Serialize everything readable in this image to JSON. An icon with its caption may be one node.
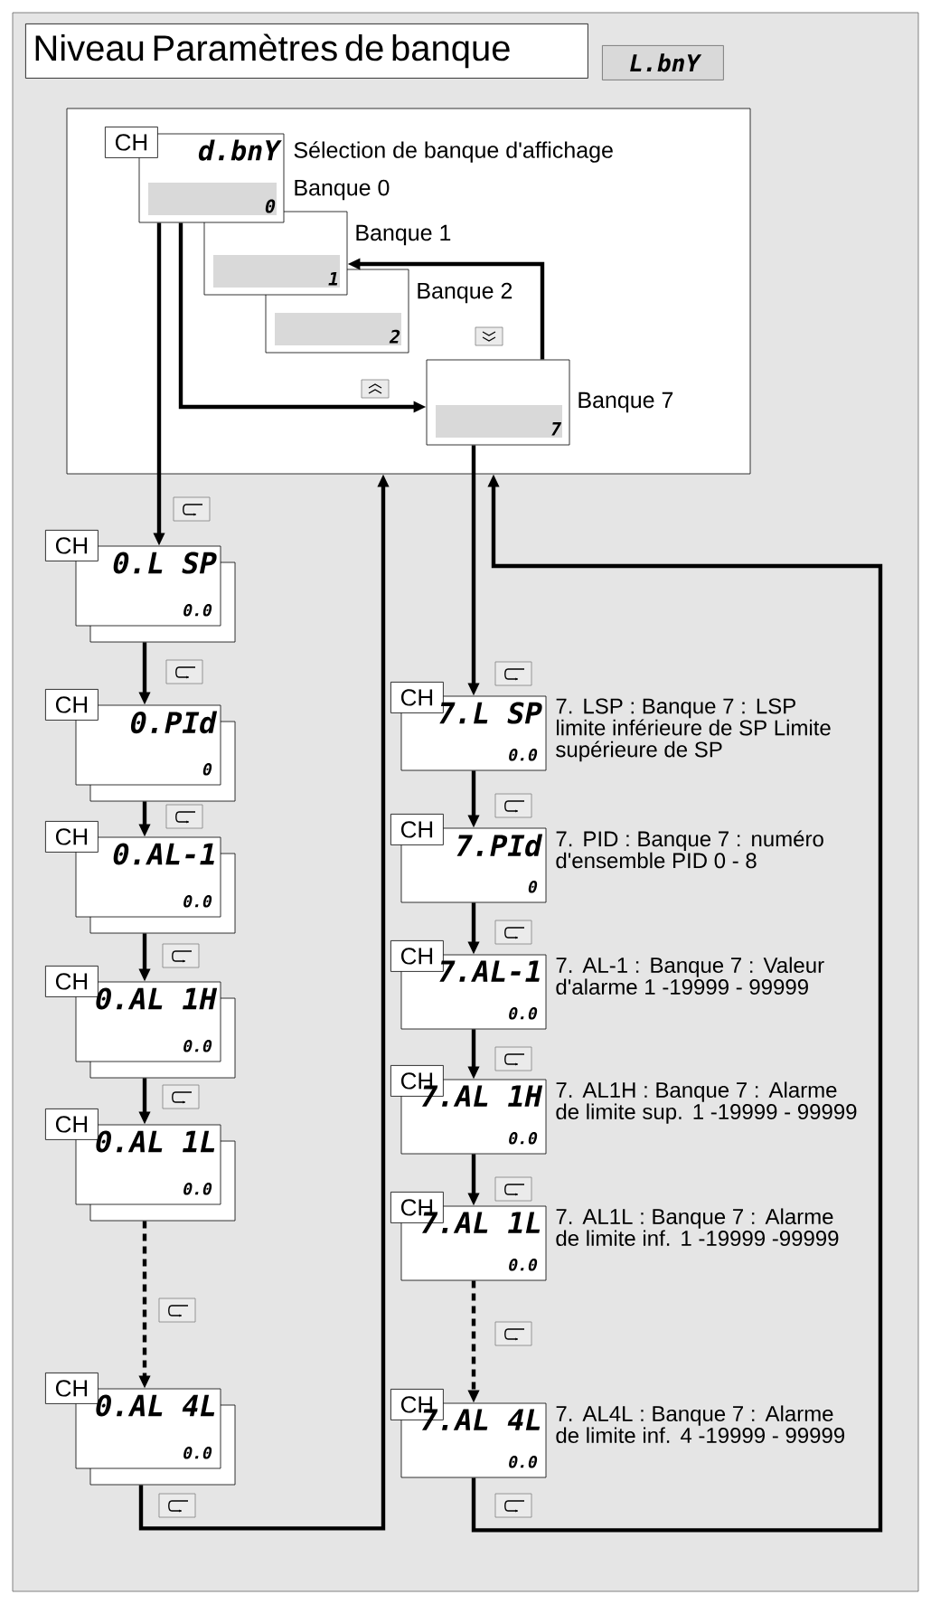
{
  "diagram": {
    "title": "Niveau Paramètres de banque",
    "nodes": [
      {
        "text": [],
        "shape": "box"
      },
      {
        "text": [
          "CH",
          "d.bnY",
          "0"
        ],
        "in": 0,
        "beside": [
          "Sélection de banque d'affichage",
          "Banque 0"
        ]
      },
      {
        "text": [
          "1"
        ],
        "in": 0,
        "beside": [
          "Banque 1"
        ]
      },
      {
        "text": [
          "2"
        ],
        "in": 0,
        "beside": [
          "Banque 2"
        ]
      },
      {
        "text": [
          "7"
        ],
        "in": 0,
        "beside": [
          "Banque 7"
        ]
      },
      {
        "text": [
          "CH",
          "0.L SP",
          "0.0"
        ]
      },
      {
        "text": [
          "CH",
          "0.PId",
          "0"
        ]
      },
      {
        "text": [
          "CH",
          "0.AL-1",
          "0.0"
        ]
      },
      {
        "text": [
          "CH",
          "0.AL 1H",
          "0.0"
        ]
      },
      {
        "text": [
          "CH",
          "0.AL 1L",
          "0.0"
        ]
      },
      {
        "text": [
          "CH",
          "0.AL 4L",
          "0.0"
        ]
      },
      {
        "text": [
          "CH",
          "7.L SP",
          "0.0"
        ],
        "beside": [
          "7. LSP : Banque 7 : LSP limite inférieure de SP Limite supérieure de SP"
        ]
      },
      {
        "text": [
          "CH",
          "7.PId",
          "0"
        ],
        "beside": [
          "7. PID : Banque 7 : numéro d'ensemble PID 0 - 8"
        ]
      },
      {
        "text": [
          "CH",
          "7.AL-1",
          "0.0"
        ],
        "beside": [
          "7. AL-1 : Banque 7 : Valeur d'alarme 1 -19999 - 99999"
        ]
      },
      {
        "text": [
          "CH",
          "7.AL 1H",
          "0.0"
        ],
        "beside": [
          "7. AL1H : Banque 7 : Alarme de limite sup. 1 -19999 - 99999"
        ]
      },
      {
        "text": [
          "CH",
          "7.AL 1L",
          "0.0"
        ],
        "beside": [
          "7. AL1L : Banque 7 : Alarme de limite inf. 1 -19999 -99999"
        ]
      },
      {
        "text": [
          "CH",
          "7.AL 4L",
          "0.0"
        ],
        "beside": [
          "7. AL4L : Banque 7 : Alarme de limite inf. 4 -19999 - 99999"
        ]
      }
    ],
    "edges": [
      {
        "from": 1,
        "to": 4,
        "arrow": "to"
      },
      {
        "from": 4,
        "to": 2,
        "arrow": "to"
      },
      {
        "from": 1,
        "to": 5,
        "arrow": "to"
      },
      {
        "from": 5,
        "to": 6,
        "arrow": "to"
      },
      {
        "from": 6,
        "to": 7,
        "arrow": "to"
      },
      {
        "from": 7,
        "to": 8,
        "arrow": "to"
      },
      {
        "from": 8,
        "to": 9,
        "arrow": "to"
      },
      {
        "from": 9,
        "to": 10,
        "arrow": "to",
        "style": "dashed"
      },
      {
        "from": 10,
        "to": 0,
        "arrow": "to"
      },
      {
        "from": 4,
        "to": 11,
        "arrow": "to"
      },
      {
        "from": 11,
        "to": 12,
        "arrow": "to"
      },
      {
        "from": 12,
        "to": 13,
        "arrow": "to"
      },
      {
        "from": 13,
        "to": 14,
        "arrow": "to"
      },
      {
        "from": 14,
        "to": 15,
        "arrow": "to"
      },
      {
        "from": 15,
        "to": 16,
        "arrow": "to",
        "style": "dashed"
      },
      {
        "from": 16,
        "to": 0,
        "arrow": "to"
      }
    ],
    "labels": [
      "L.bnY"
    ]
  }
}
